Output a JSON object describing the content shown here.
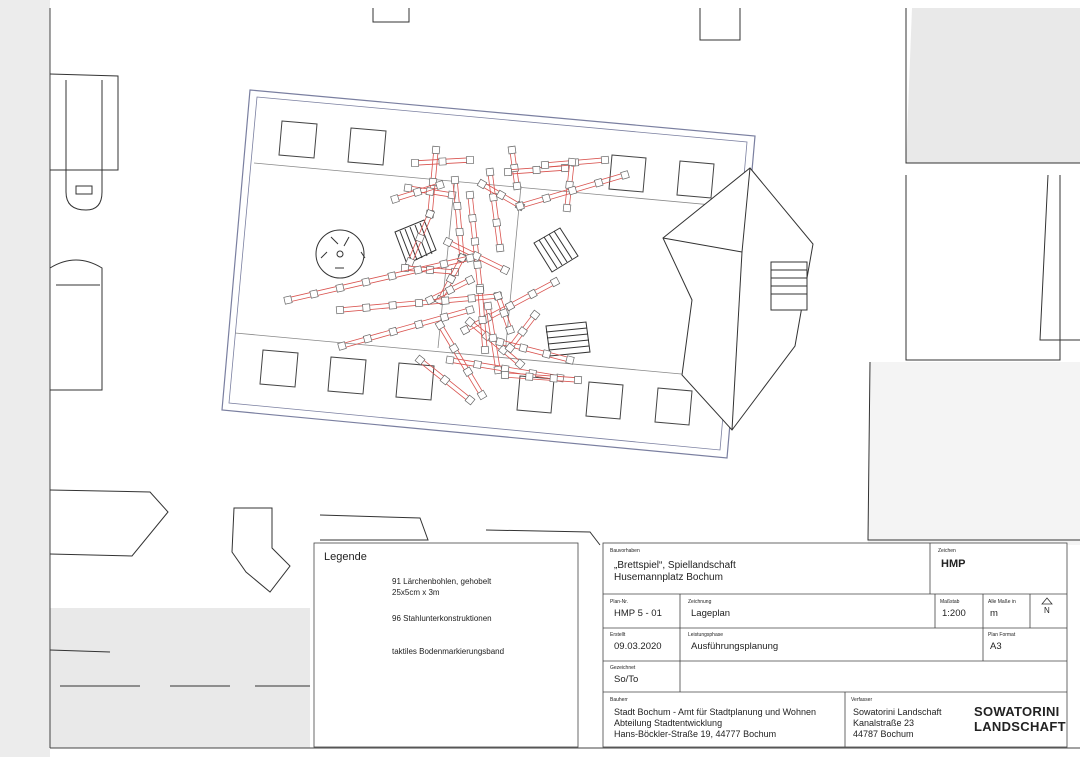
{
  "legend": {
    "title": "Legende",
    "items": [
      {
        "text": "91 Lärchenbohlen, gehobelt",
        "sub": "25x5cm x 3m"
      },
      {
        "text": "96 Stahlunterkonstruktionen",
        "sub": ""
      },
      {
        "text": "taktiles Bodenmarkierungsband",
        "sub": ""
      }
    ]
  },
  "titleblock": {
    "project_label": "Bauvorhaben",
    "project_line1": "„Brettspiel“, Spiellandschaft",
    "project_line2": "Husemannplatz Bochum",
    "drawing_code_label": "Zeichen",
    "drawing_code": "HMP",
    "plan_no_label": "Plan-Nr.",
    "plan_no": "HMP 5 - 01",
    "drawing_label": "Zeichnung",
    "drawing": "Lageplan",
    "scale_label": "Maßstab",
    "scale": "1:200",
    "units_label": "Alle Maße in",
    "units": "m",
    "north": "N",
    "created_label": "Erstellt",
    "created": "09.03.2020",
    "phase_label": "Leistungsphase",
    "phase": "Ausführungsplanung",
    "format_label": "Plan Format",
    "format": "A3",
    "drawn_label": "Gezeichnet",
    "drawn": "So/To",
    "client_label": "Bauherr",
    "client_line1": "Stadt Bochum - Amt für Stadtplanung und Wohnen",
    "client_line2": "Abteilung Stadtentwicklung",
    "client_line3": "Hans-Böckler-Straße 19, 44777 Bochum",
    "author_label": "Verfasser",
    "author_line1": "Sowatorini Landschaft",
    "author_line2": "Kanalstraße 23",
    "author_line3": "44787 Bochum",
    "logo_line1": "SOWATORINI",
    "logo_line2": "LANDSCHAFT"
  },
  "colors": {
    "planks": "#d9534f",
    "lines": "#333333",
    "grey": "#e9e9e9"
  }
}
